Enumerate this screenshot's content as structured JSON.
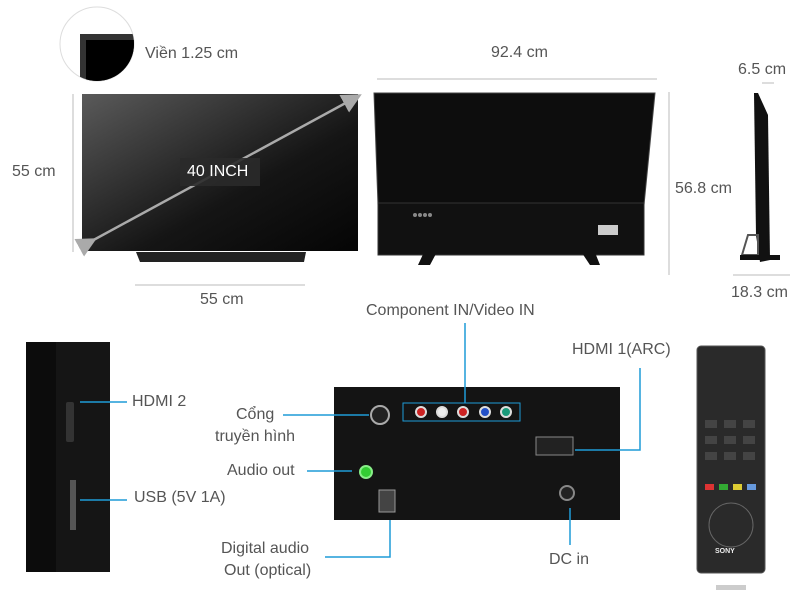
{
  "top": {
    "bezel_label": "Viền 1.25 cm",
    "front_height": "55 cm",
    "diagonal_label": "40 INCH",
    "stand_width": "55 cm",
    "width": "92.4 cm",
    "total_height": "56.8 cm",
    "depth_panel": "6.5 cm",
    "depth_stand": "18.3 cm"
  },
  "ports": {
    "hdmi2": "HDMI 2",
    "usb": "USB (5V 1A)",
    "antenna_line1": "Cổng",
    "antenna_line2": "truyền hình",
    "audio_out": "Audio out",
    "optical_line1": "Digital audio",
    "optical_line2": "Out (optical)",
    "component": "Component IN/Video IN",
    "hdmi1": "HDMI 1(ARC)",
    "dc_in": "DC in"
  },
  "remote": {
    "brand": "SONY"
  },
  "colors": {
    "callout": "#1e9bd7",
    "label": "#555555",
    "dimension": "#bbbbbb"
  }
}
